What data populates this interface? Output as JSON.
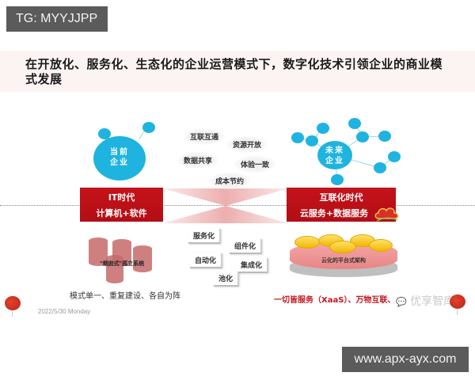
{
  "watermark_top": {
    "text": "TG: MYYJJPP"
  },
  "slide": {
    "title": "在开放化、服务化、生态化的企业运营模式下，数字化技术引领企业的商业模式发展",
    "left": {
      "bubble_label_l1": "当前",
      "bubble_label_l2": "企业",
      "era_title": "IT时代",
      "era_subtitle": "计算机+软件",
      "cylinders_label": "\"烟囱式\"孤立系统",
      "caption": "模式单一、重复建设、各自为阵"
    },
    "center": {
      "benefits": [
        "互联互通",
        "资源开放",
        "数据共享",
        "体验一致",
        "成本节约"
      ],
      "capabilities": [
        "服务化",
        "组件化",
        "自动化",
        "集成化",
        "池化"
      ]
    },
    "right": {
      "bubble_label_l1": "未来",
      "bubble_label_l2": "企业",
      "era_title": "互联化时代",
      "era_subtitle": "云服务+数据服务",
      "platform_label": "云化的平台式架构",
      "caption": "一切皆服务（XaaS）、万物互联、"
    },
    "date": "2022/5/30 Monday",
    "source_watermark": "优享智库",
    "colors": {
      "accent_red": "#c0161c",
      "bubble_blue": "#1fb3e0",
      "title_band": "#fbf4f3"
    }
  },
  "watermark_bottom": {
    "text": "www.apx-ayx.com"
  }
}
